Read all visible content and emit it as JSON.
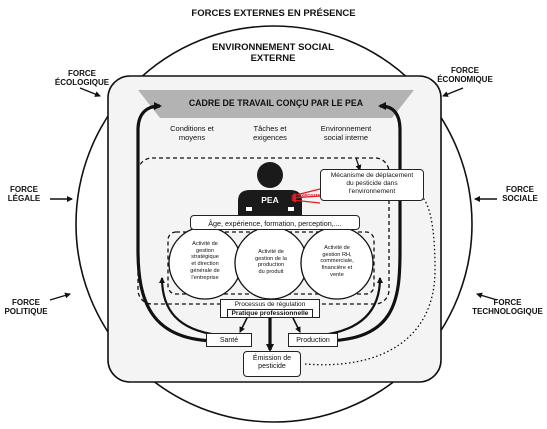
{
  "title": "FORCES EXTERNES EN PRÉSENCE",
  "environment": {
    "line1": "ENVIRONNEMENT SOCIAL",
    "line2": "EXTERNE"
  },
  "forces": {
    "ecologique": [
      "FORCE",
      "ÉCOLOGIQUE"
    ],
    "economique": [
      "FORCE",
      "ÉCONOMIQUE"
    ],
    "legale": [
      "FORCE",
      "LÉGALE"
    ],
    "sociale": [
      "FORCE",
      "SOCIALE"
    ],
    "politique": [
      "FORCE",
      "POLITIQUE"
    ],
    "technologique": [
      "FORCE",
      "TECHNOLOGIQUE"
    ]
  },
  "cadre": {
    "title": "CADRE DE TRAVAIL CONÇU PAR LE PEA",
    "col1": [
      "Conditions et",
      "moyens"
    ],
    "col2": [
      "Tâches et",
      "exigences"
    ],
    "col3": [
      "Environnement",
      "social interne"
    ]
  },
  "pea_label": "PEA",
  "exposition_label": "EXPOSITION",
  "mecanisme": [
    "Mécanisme de déplacement",
    "du pesticide dans",
    "l'environnement"
  ],
  "attributes": "Âge, expérience, formation, perception,....",
  "activities": {
    "left": [
      "Activité de",
      "gestion",
      "stratégique",
      "et direction",
      "générale de",
      "l'entreprise"
    ],
    "center": [
      "Activité de",
      "gestion de la",
      "production",
      "du produit"
    ],
    "right": [
      "Activité de",
      "gestion RH,",
      "commerciale,",
      "financière et",
      "vente"
    ]
  },
  "regulation": {
    "line1": "Processus de régulation",
    "line2": "Pratique professionnelle"
  },
  "sante": "Santé",
  "production": "Production",
  "emission": [
    "Émission de",
    "pesticide"
  ],
  "colors": {
    "exposition": "#e31b23",
    "cadre_band": "#b3b3b3",
    "pea_body": "#1a1a1a"
  }
}
